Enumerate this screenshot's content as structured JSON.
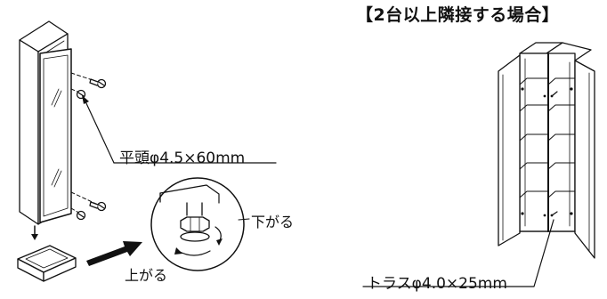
{
  "title": "【2台以上隣接する場合】",
  "labels": {
    "screw_flat_head": "平頭φ4.5×60mm",
    "lower": "下がる",
    "raise": "上がる",
    "screw_truss": "トラスφ4.0×25mm"
  },
  "colors": {
    "line": "#111111",
    "background": "#ffffff"
  }
}
